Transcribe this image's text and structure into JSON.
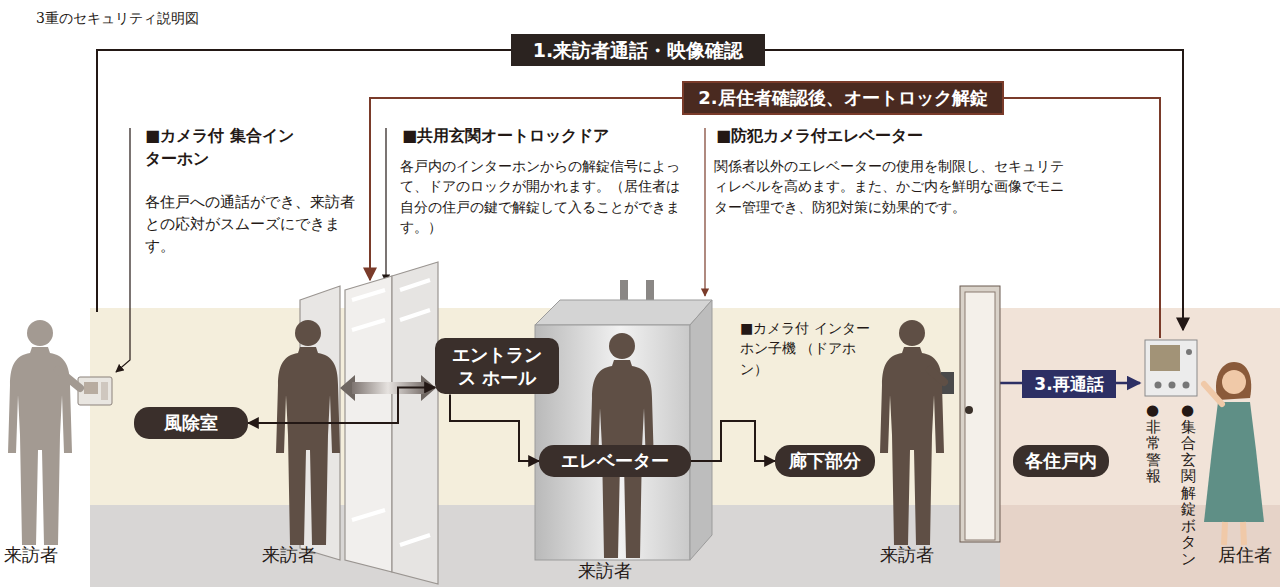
{
  "diagram": {
    "title": "3重のセキュリティ説明図",
    "nodes": [
      {
        "text": [
          "1.来訪者通話・映像確認"
        ]
      },
      {
        "text": [
          "2.居住者確認後、オートロック解錠"
        ]
      },
      {
        "text": [
          "風除室"
        ]
      },
      {
        "text": [
          "エントランス ホール"
        ]
      },
      {
        "text": [
          "エレベーター"
        ]
      },
      {
        "text": [
          "廊下部分"
        ]
      },
      {
        "text": [
          "3.再通話"
        ]
      },
      {
        "text": [
          "各住戸内"
        ]
      }
    ],
    "edges": [
      {
        "from": 2,
        "to": 3,
        "arrow": "both"
      },
      {
        "from": 3,
        "to": 4,
        "arrow": "to"
      },
      {
        "from": 4,
        "to": 5,
        "arrow": "to"
      }
    ],
    "labels": [
      "■カメラ付 集合インターホン",
      "各住戸への通話ができ、来訪者との応対がスムーズにできます。",
      "■共用玄関オートロックドア",
      "各戸内のインターホンからの解錠信号によって、ドアのロックが開かれます。（居住者は自分の住戸の鍵で解錠して入ることができます。）",
      "■防犯カメラ付エレベーター",
      "関係者以外のエレベーターの使用を制限し、セキュリティレベルを高めます。また、かご内を鮮明な画像でモニター管理でき、防犯対策に効果的です。",
      "■カメラ付 インターホン子機 （ドアホン）",
      "●集合玄関解錠ボタン",
      "●非常警報",
      "来訪者",
      "来訪者",
      "来訪者",
      "来訪者",
      "居住者"
    ]
  }
}
